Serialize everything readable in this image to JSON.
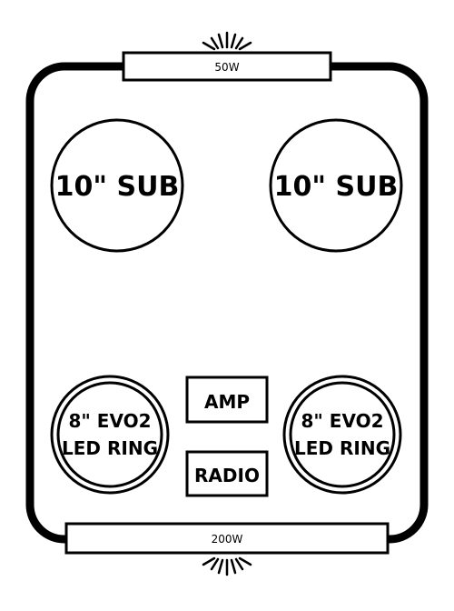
{
  "top_bar": {
    "label": "50W"
  },
  "bottom_bar": {
    "label": "200W"
  },
  "subwoofers": [
    {
      "label": "10\" SUB"
    },
    {
      "label": "10\" SUB"
    }
  ],
  "led_rings": [
    {
      "line1": "8\" EVO2",
      "line2": "LED RING"
    },
    {
      "line1": "8\" EVO2",
      "line2": "LED RING"
    }
  ],
  "amp": {
    "label": "AMP"
  },
  "radio": {
    "label": "RADIO"
  },
  "colors": {
    "stroke": "#000000",
    "background": "#ffffff"
  }
}
